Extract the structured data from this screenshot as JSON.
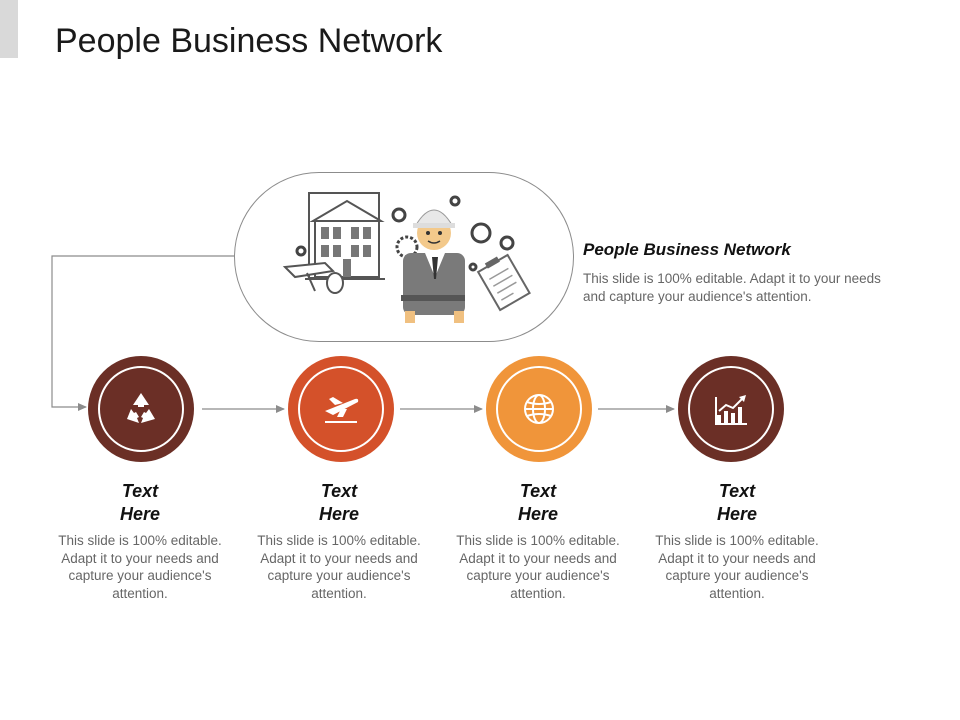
{
  "slide": {
    "title": "People Business Network"
  },
  "hero": {
    "illustration": "engineer-with-building-gears-and-clipboard",
    "heading": "People Business Network",
    "description": "This slide is 100% editable. Adapt it to your needs and capture your audience's attention."
  },
  "steps": [
    {
      "title": "Text Here",
      "description": "This slide is 100% editable. Adapt it to your needs and capture your audience's attention.",
      "icon": "recycle-icon",
      "color": "#6b2f26"
    },
    {
      "title": "Text Here",
      "description": "This slide is 100% editable. Adapt it to your needs and capture your audience's attention.",
      "icon": "airplane-icon",
      "color": "#d4512a"
    },
    {
      "title": "Text Here",
      "description": "This slide is 100% editable. Adapt it to your needs and capture your audience's attention.",
      "icon": "globe-icon",
      "color": "#f0953a"
    },
    {
      "title": "Text Here",
      "description": "This slide is 100% editable. Adapt it to your needs and capture your audience's attention.",
      "icon": "growth-chart-icon",
      "color": "#6b2f26"
    }
  ],
  "colors": {
    "connector": "#8c8c8c",
    "text_muted": "#666666"
  }
}
